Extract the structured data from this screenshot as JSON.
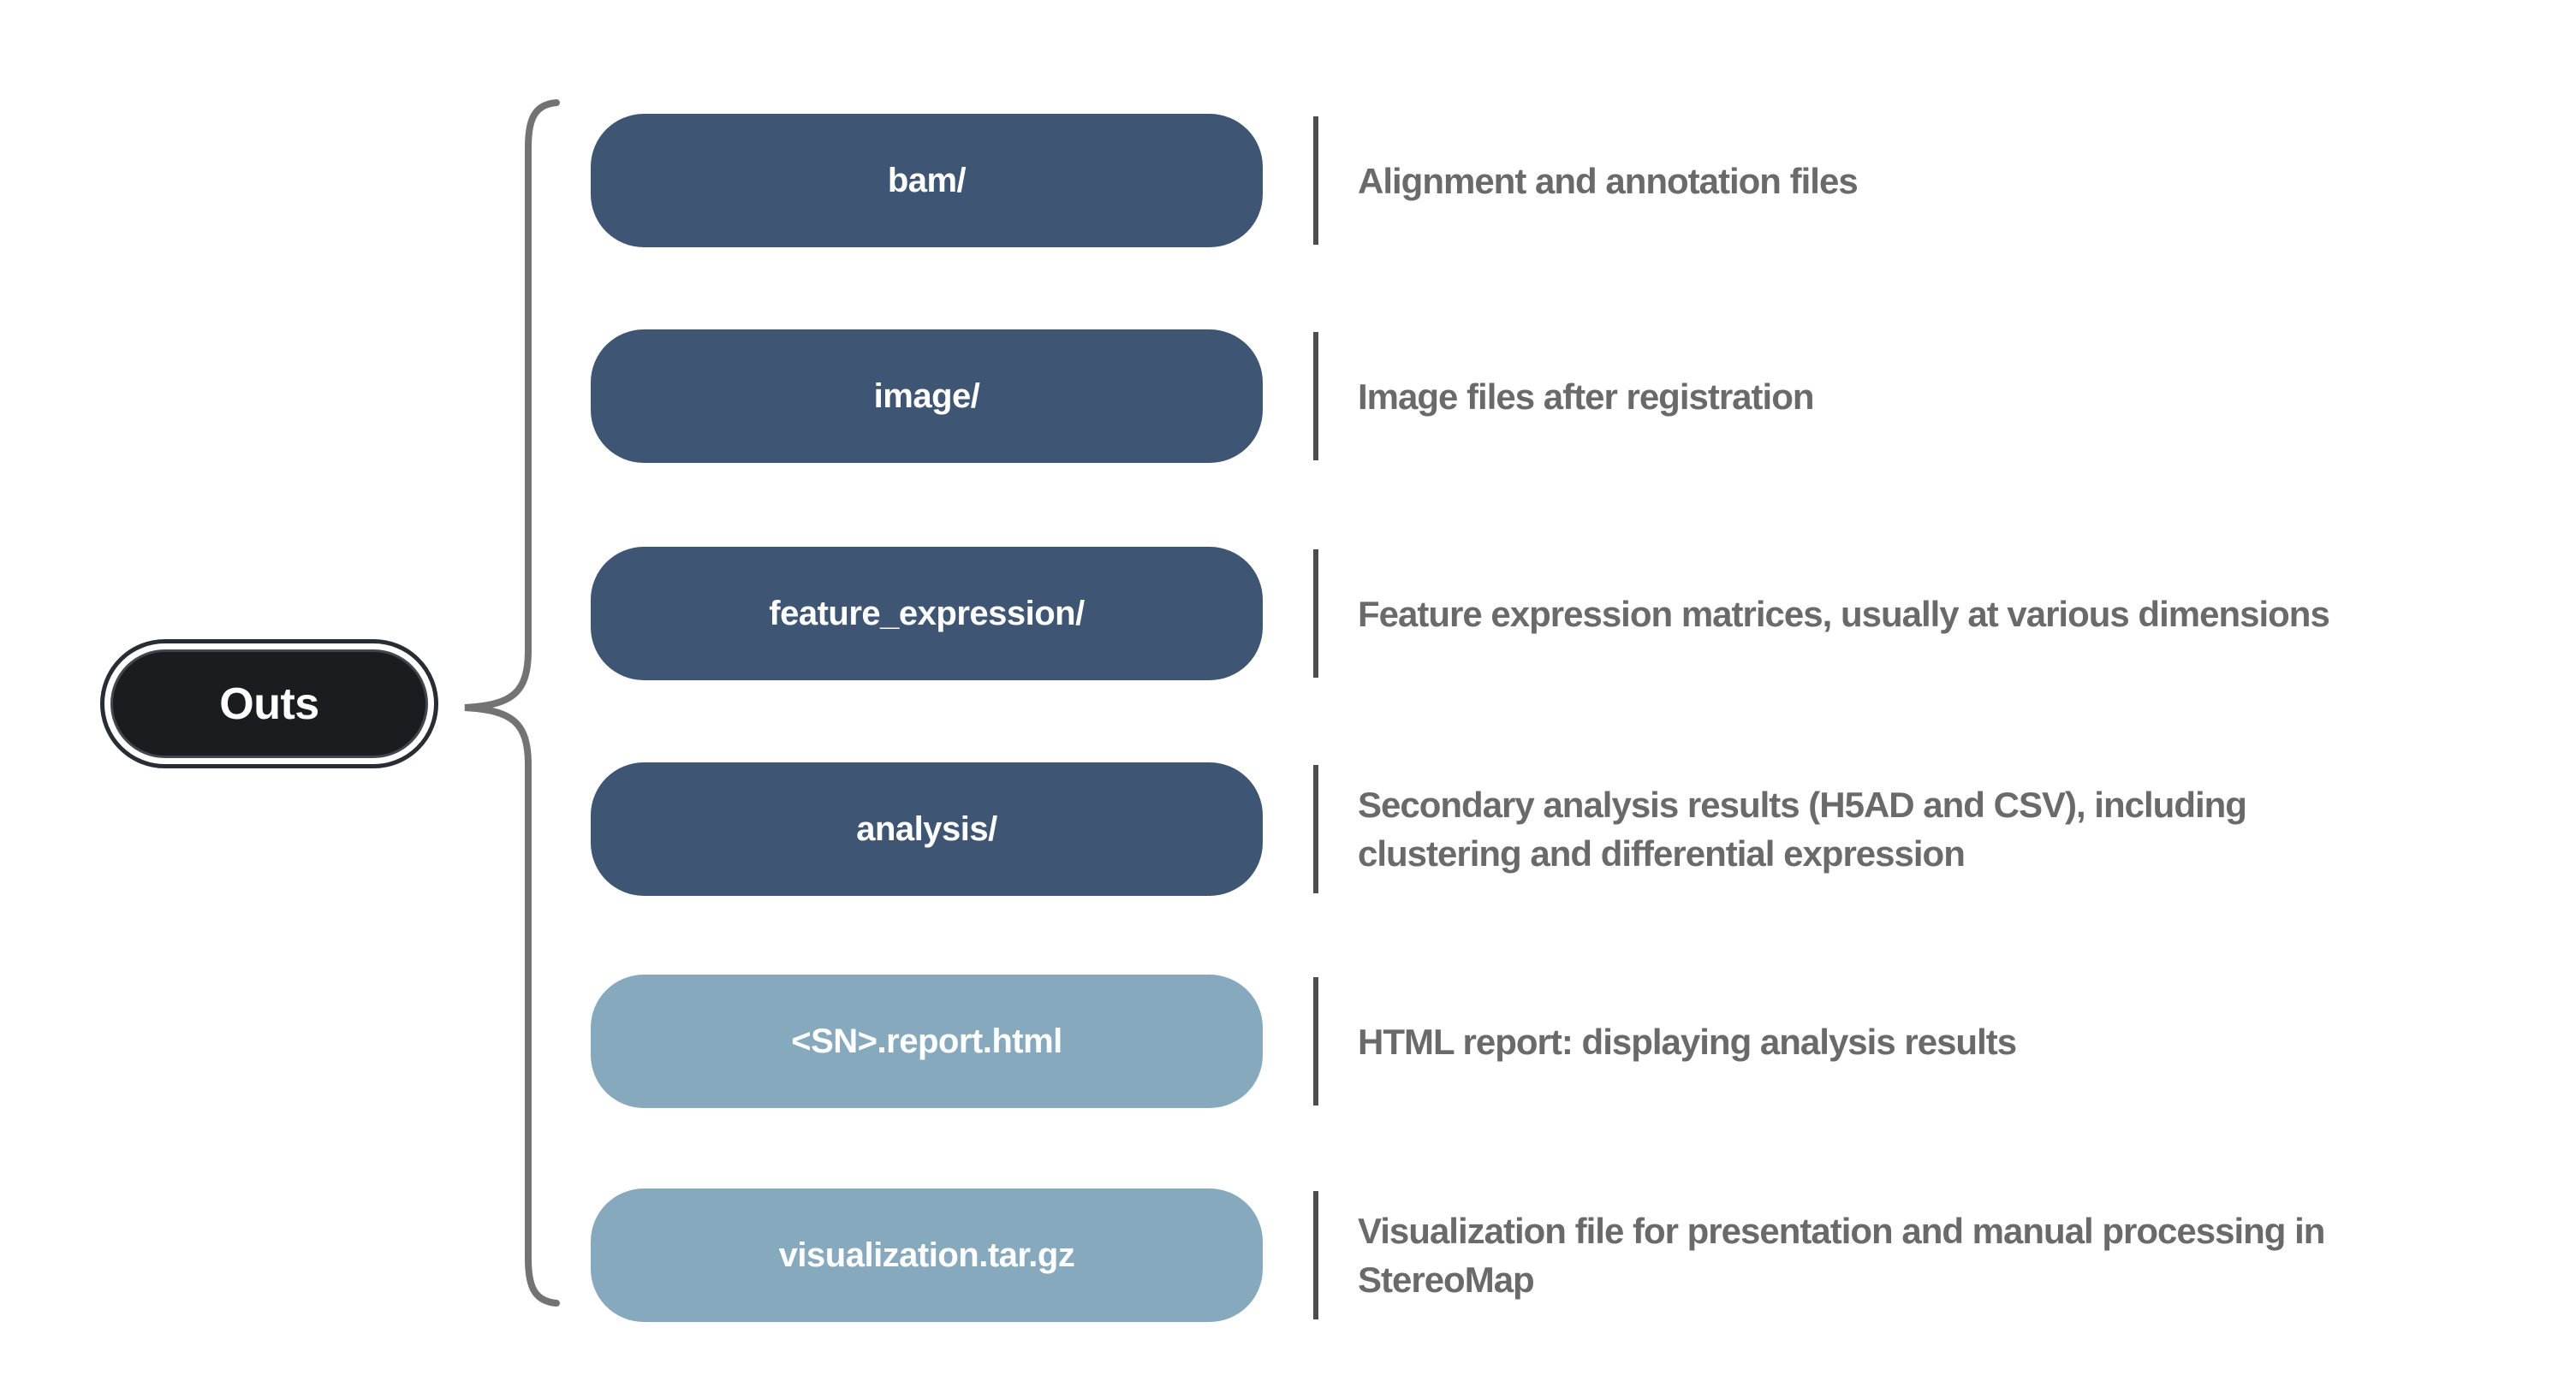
{
  "root": {
    "label": "Outs"
  },
  "colors": {
    "dark_pill": "#3e5674",
    "light_pill": "#87a9bd",
    "root_fill": "#1a1c1f",
    "root_ring": "#272d34",
    "description_text": "#6a6a6a",
    "separator": "#4d4d4d",
    "brace": "#737373",
    "pill_text": "#ffffff"
  },
  "rows": [
    {
      "label": "bam/",
      "description": "Alignment and annotation files",
      "variant": "dark"
    },
    {
      "label": "image/",
      "description": "Image files after registration",
      "variant": "dark"
    },
    {
      "label": "feature_expression/",
      "description": "Feature expression matrices, usually at various dimensions",
      "variant": "dark"
    },
    {
      "label": "analysis/",
      "description": "Secondary analysis results (H5AD and CSV), including\nclustering and differential expression",
      "variant": "dark"
    },
    {
      "label": "<SN>.report.html",
      "description": "HTML report: displaying analysis results",
      "variant": "light"
    },
    {
      "label": "visualization.tar.gz",
      "description": "Visualization file for presentation and manual processing in\nStereoMap",
      "variant": "light"
    }
  ]
}
